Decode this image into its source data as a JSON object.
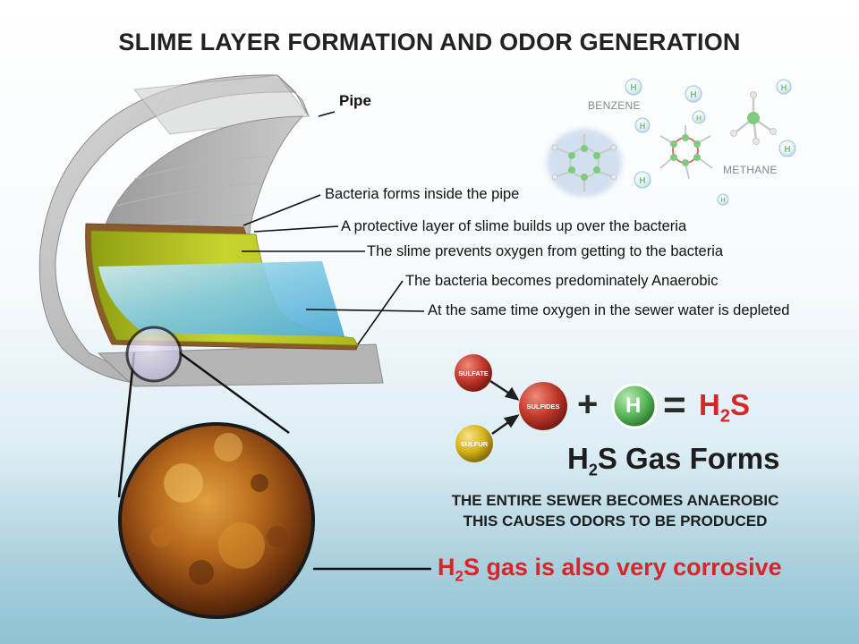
{
  "title": "SLIME LAYER FORMATION AND ODOR GENERATION",
  "pipe_label": "Pipe",
  "callouts": [
    "Bacteria forms inside the pipe",
    "A protective layer of slime builds up over the bacteria",
    "The slime prevents oxygen from getting to the bacteria",
    "The bacteria becomes predominately Anaerobic",
    "At the same time oxygen in the sewer water is depleted"
  ],
  "molecules": {
    "benzene_label": "BENZENE",
    "methane_label": "METHANE",
    "hydrogen_symbol": "H"
  },
  "reaction": {
    "sulfate_label": "SULFATE",
    "sulfur_label": "SULFUR",
    "sulfides_label": "SULFIDES",
    "plus_symbol": "+",
    "hydrogen_symbol": "H",
    "equals_symbol": "=",
    "product_main": "H",
    "product_sub": "2",
    "product_end": "S"
  },
  "gas_forms": {
    "pre": "H",
    "sub": "2",
    "post": "S Gas Forms"
  },
  "anaerobic_line1": "THE ENTIRE SEWER BECOMES ANAEROBIC",
  "anaerobic_line2": "THIS CAUSES ODORS TO BE PRODUCED",
  "corrosive": {
    "pre": "H",
    "sub": "2",
    "post": "S gas is also very corrosive"
  },
  "colors": {
    "pipe_gray": "#a8a8a8",
    "slime_green": "#b9c92a",
    "water_blue": "#5fb6d8",
    "accent_red": "#d7262a",
    "sulfate_red": "#c0392b",
    "sulfur_yellow": "#d4b21a",
    "hydrogen_green": "#5cb85c"
  }
}
